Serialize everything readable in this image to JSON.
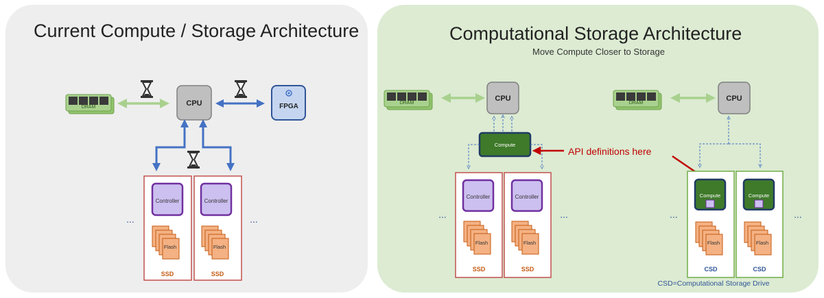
{
  "left": {
    "title": "Current Compute / Storage Architecture",
    "dram_label": "DRAM",
    "cpu_label": "CPU",
    "fpga_label": "FPGA",
    "controller_label": "Controller",
    "flash_label": "Flash",
    "ssd_label": "SSD",
    "ellipsis": "..."
  },
  "right": {
    "title": "Computational Storage Architecture",
    "subtitle": "Move Compute Closer to Storage",
    "dram_label": "DRAM",
    "cpu_label": "CPU",
    "compute_label": "Compute",
    "api_note": "API definitions here",
    "controller_label": "Controller",
    "flash_label": "Flash",
    "ssd_label": "SSD",
    "csd_label": "CSD",
    "footnote": "CSD=Computational Storage Drive",
    "ellipsis": "..."
  },
  "colors": {
    "dram_arrow": "#a9d18e",
    "cpu_link_arrow": "#4472c4",
    "api_arrow": "#c00000",
    "ssd_border": "#c0504d",
    "csd_border": "#70ad47",
    "compute_fill": "#3f7a2a"
  }
}
